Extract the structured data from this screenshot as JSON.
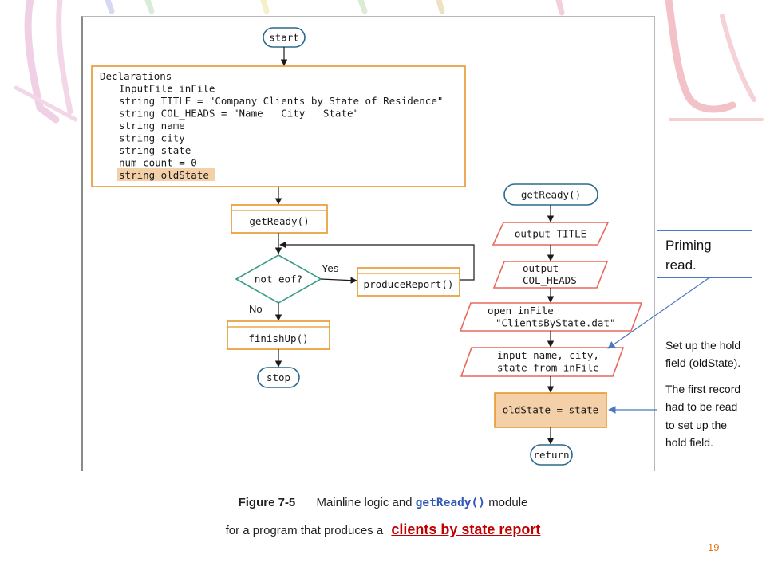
{
  "flowchart": {
    "start": "start",
    "declarations": {
      "title": "Declarations",
      "lines": [
        "InputFile inFile",
        "string TITLE = \"Company Clients by State of Residence\"",
        "string COL_HEADS = \"Name   City   State\"",
        "string name",
        "string city",
        "string state",
        "num count = 0"
      ],
      "highlighted_line": "string oldState"
    },
    "get_ready_call": "getReady()",
    "decision": "not eof?",
    "yes_label": "Yes",
    "no_label": "No",
    "produce_report": "produceReport()",
    "finish_up": "finishUp()",
    "stop": "stop"
  },
  "module": {
    "entry": "getReady()",
    "output_title": "output TITLE",
    "output_col_heads_1": "output",
    "output_col_heads_2": "COL_HEADS",
    "open_file_1": "open inFile",
    "open_file_2": "\"ClientsByState.dat\"",
    "input_1": "input name, city,",
    "input_2": "state from inFile",
    "assign": "oldState = state",
    "return": "return"
  },
  "callouts": {
    "priming": "Priming read.",
    "hold_1": "Set up the hold field (oldState).",
    "hold_2": "The first record had to be read to set up the hold field."
  },
  "caption": {
    "figure_label": "Figure 7-5",
    "text_before": "Mainline logic and",
    "code": "getReady()",
    "text_after": "module",
    "line2": "for a program that produces a",
    "highlight": "clients by state report"
  },
  "page_number": "19",
  "colors": {
    "process_border": "#e8962c",
    "io_border": "#e8685c",
    "terminal_border": "#2b6a8e",
    "decision_border": "#3a9a8a",
    "highlight_fill": "#f4d0a8",
    "callout_border": "#4a78c2",
    "caption_code": "#2f56b4",
    "caption_highlight": "#c00000",
    "page_number": "#d97a1e"
  }
}
